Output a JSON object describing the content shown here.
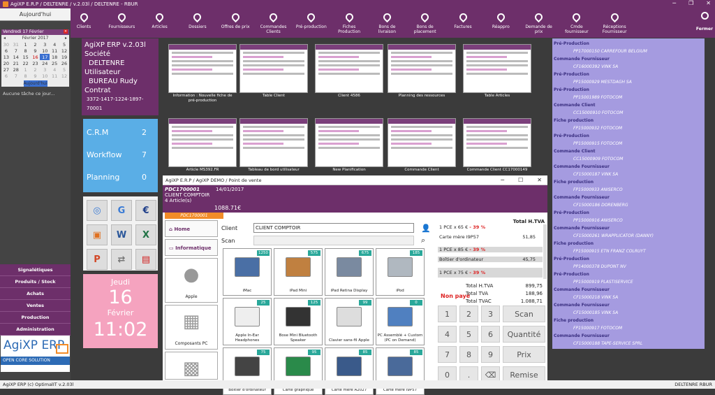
{
  "window": {
    "title": "AgiXP E.R.P / DELTENRE / v.2.03l / DELTENRE - RBUR"
  },
  "left": {
    "today_label": "Aujourd'hui",
    "cal_header": "Vendredi 17 Février",
    "cal_month": "Février 2017",
    "today_button": "Aujourd'hui",
    "weeks": [
      [
        "30",
        "31",
        "1",
        "2",
        "3",
        "4",
        "5"
      ],
      [
        "6",
        "7",
        "8",
        "9",
        "10",
        "11",
        "12"
      ],
      [
        "13",
        "14",
        "15",
        "16",
        "17",
        "18",
        "19"
      ],
      [
        "20",
        "21",
        "22",
        "23",
        "24",
        "25",
        "26"
      ],
      [
        "27",
        "28",
        "1",
        "2",
        "3",
        "4",
        "5"
      ],
      [
        "6",
        "7",
        "8",
        "9",
        "10",
        "11",
        "12"
      ]
    ],
    "no_task": "Aucune tâche ce jour...",
    "menu": [
      "Signalétiques",
      "Produits / Stock",
      "Achats",
      "Ventes",
      "Production",
      "Administration"
    ],
    "brand_name": "AgiXP ERP",
    "brand_sub": "OPEN CORE SOLUTION"
  },
  "status": {
    "left": "AgiXP ERP (c) OptimalIT v.2.03l",
    "right": "DELTENRE  RBUR"
  },
  "toolbar": {
    "buttons": [
      {
        "l1": "Clients",
        "l2": ""
      },
      {
        "l1": "Fournisseurs",
        "l2": ""
      },
      {
        "l1": "Articles",
        "l2": ""
      },
      {
        "l1": "Dossiers",
        "l2": ""
      },
      {
        "l1": "Offres de prix",
        "l2": ""
      },
      {
        "l1": "Commandes",
        "l2": "Clients"
      },
      {
        "l1": "Pré-production",
        "l2": ""
      },
      {
        "l1": "Fiches",
        "l2": "Production"
      },
      {
        "l1": "Bons de",
        "l2": "livraison"
      },
      {
        "l1": "Bons de",
        "l2": "placement"
      },
      {
        "l1": "Factures",
        "l2": ""
      },
      {
        "l1": "Réappro",
        "l2": ""
      },
      {
        "l1": "Demande de",
        "l2": "prix"
      },
      {
        "l1": "Cmde",
        "l2": "fournisseur"
      },
      {
        "l1": "Réceptions",
        "l2": "Fournisseur"
      }
    ],
    "close": "Fermer"
  },
  "info": {
    "title": "AgiXP ERP v.2.03l",
    "societe_label": "Société",
    "societe": "DELTENRE",
    "user_label": "Utilisateur",
    "user": "BUREAU Rudy",
    "contract_label": "Contrat",
    "contract": "3372-1417-1224-1897-70001"
  },
  "crm": [
    {
      "label": "C.R.M",
      "value": "2"
    },
    {
      "label": "Workflow",
      "value": "7"
    },
    {
      "label": "Planning",
      "value": "0"
    }
  ],
  "apps": [
    {
      "icon": "browser-icon",
      "glyph": "◎",
      "color": "#3a7bd5"
    },
    {
      "icon": "google-icon",
      "glyph": "G",
      "color": "#3a7bd5"
    },
    {
      "icon": "euro-icon",
      "glyph": "€",
      "color": "#1f3f8a"
    },
    {
      "icon": "image-icon",
      "glyph": "▣",
      "color": "#e07020"
    },
    {
      "icon": "word-icon",
      "glyph": "W",
      "color": "#2b579a"
    },
    {
      "icon": "excel-icon",
      "glyph": "X",
      "color": "#217346"
    },
    {
      "icon": "powerpoint-icon",
      "glyph": "P",
      "color": "#d24726"
    },
    {
      "icon": "remote-icon",
      "glyph": "⇄",
      "color": "#777777"
    },
    {
      "icon": "pdf-icon",
      "glyph": "▤",
      "color": "#d22222"
    }
  ],
  "date": {
    "day": "Jeudi",
    "num": "16",
    "month": "Février",
    "time": "11:02"
  },
  "gallery": [
    {
      "cap1": "Information : Nouvelle fiche de",
      "cap2": "pré-production"
    },
    {
      "cap1": "Table Client",
      "cap2": ""
    },
    {
      "cap1": "Client 4586",
      "cap2": ""
    },
    {
      "cap1": "Planning des ressources",
      "cap2": ""
    },
    {
      "cap1": "Table Articles",
      "cap2": ""
    },
    {
      "cap1": "Article MS392.FR",
      "cap2": ""
    },
    {
      "cap1": "Tableau de bord utilisateur",
      "cap2": ""
    },
    {
      "cap1": "New Planification",
      "cap2": ""
    },
    {
      "cap1": "Commande Client",
      "cap2": ""
    },
    {
      "cap1": "Commande Client CC17000149",
      "cap2": ""
    }
  ],
  "pos": {
    "title": "AgiXP E.R.P / AgiXP DEMO / Point de vente",
    "ref": "PDC1700001",
    "date": "14/01/2017",
    "client": "CLIENT COMPTOIR",
    "articles": "4 Article(s)",
    "amount": "1088.71€",
    "tag": "PDC1700001",
    "nav_home": "Home",
    "nav_info": "Informatique",
    "cat1": "Apple",
    "cat2": "Composants PC",
    "client_label": "Client",
    "client_value": "CLIENT COMPTOIR",
    "scan_label": "Scan",
    "products": [
      {
        "stock": "1250",
        "name": "iMac"
      },
      {
        "stock": "575",
        "name": "iPad Mini"
      },
      {
        "stock": "675",
        "name": "iPad Retina Display"
      },
      {
        "stock": "185",
        "name": "iPod"
      },
      {
        "stock": "25",
        "name": "Apple In-Ear Headphones"
      },
      {
        "stock": "125",
        "name": "Bose Mini Bluetooth Speaker"
      },
      {
        "stock": "99",
        "name": "Clavier sans-fil Apple"
      },
      {
        "stock": "0",
        "name": "PC Assemblé + Custom (PC on Demand)"
      },
      {
        "stock": "75",
        "name": "Boîtier d'ordinateur"
      },
      {
        "stock": "95",
        "name": "Carte graphique"
      },
      {
        "stock": "85",
        "name": "Carte mère A2027"
      },
      {
        "stock": "85",
        "name": "Carte mère I9P57"
      }
    ],
    "cart_header": "Total H.TVA",
    "cart": [
      {
        "qty": "1 PCE x 65 €",
        "disc": "- 39 %",
        "name": "Carte mère I9P57",
        "value": "51,85"
      },
      {
        "qty": "1 PCE x 85 €",
        "disc": "- 39 %",
        "name": "Boîtier d'ordinateur",
        "value": "45,75"
      },
      {
        "qty": "1 PCE x 75 €",
        "disc": "- 39 %",
        "name": "",
        "value": ""
      }
    ],
    "totals": [
      {
        "label": "Total H.TVA",
        "value": "899,75"
      },
      {
        "label": "Total TVA",
        "value": "188,96"
      },
      {
        "label": "Total TVAC",
        "value": "1.088,71"
      }
    ],
    "unpaid": "Non payé",
    "keys": [
      "1",
      "2",
      "3",
      "Scan",
      "4",
      "5",
      "6",
      "Quantité",
      "7",
      "8",
      "9",
      "Prix",
      "0",
      ".",
      "⌫",
      "Remise"
    ]
  },
  "rightlist": [
    {
      "type": "Pré-Production",
      "item": "PP17000150 CARREFOUR BELGIUM"
    },
    {
      "type": "Commande Fournisseur",
      "item": "CF16000392 VINK SA"
    },
    {
      "type": "Pré-Production",
      "item": "PP15000929 MESTDAGH SA"
    },
    {
      "type": "Pré-Production",
      "item": "PP15001989 FOTOCOM"
    },
    {
      "type": "Commande Client",
      "item": "CC15000910 FOTOCOM"
    },
    {
      "type": "Fiche production",
      "item": "FP15000932 FOTOCOM"
    },
    {
      "type": "Pré-Production",
      "item": "PP15000915 FOTOCOM"
    },
    {
      "type": "Commande Client",
      "item": "CC15000909 FOTOCOM"
    },
    {
      "type": "Commande Fournisseur",
      "item": "CF15000187 VINK SA"
    },
    {
      "type": "Fiche production",
      "item": "FP15000933 ANISERCO"
    },
    {
      "type": "Commande Fournisseur",
      "item": "CF15000186 DORENBERG"
    },
    {
      "type": "Pré-Production",
      "item": "PP15000916 ANISERCO"
    },
    {
      "type": "Commande Fournisseur",
      "item": "CF15000261 WRAPPLICATOR (DANNY)"
    },
    {
      "type": "Fiche production",
      "item": "FP15000915 ETN FRANZ COLRUYT"
    },
    {
      "type": "Pré-Production",
      "item": "PP14000378 DUPONT NV"
    },
    {
      "type": "Pré-Production",
      "item": "PP15000919 PLASTISERVICE"
    },
    {
      "type": "Commande Fournisseur",
      "item": "CF15000218 VINK SA"
    },
    {
      "type": "Commande Fournisseur",
      "item": "CF15000185 VINK SA"
    },
    {
      "type": "Fiche production",
      "item": "FP15000917 FOTOCOM"
    },
    {
      "type": "Commande Fournisseur",
      "item": "CF15000188 TAPE-SERVICE SPRL"
    }
  ]
}
